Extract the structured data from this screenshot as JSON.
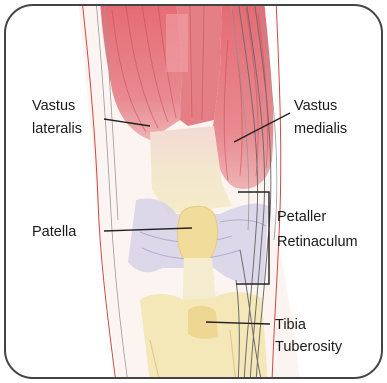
{
  "labels": {
    "vastus_lateralis": [
      "Vastus",
      "lateralis"
    ],
    "vastus_medialis": [
      "Vastus",
      "medialis"
    ],
    "patella": [
      "Patella"
    ],
    "patellar_retinaculum": [
      "Petaller",
      "Retinaculum"
    ],
    "tibia_tuberosity": [
      "Tibia",
      "Tuberosity"
    ]
  },
  "colors": {
    "muscle": "#e0707a",
    "tendon": "#f3eac6",
    "patella": "#f2dc9c",
    "retinaculum": "#cfcbe4",
    "skin_outline": "#d64545",
    "frame": "#444444",
    "leader_line": "#222222"
  }
}
